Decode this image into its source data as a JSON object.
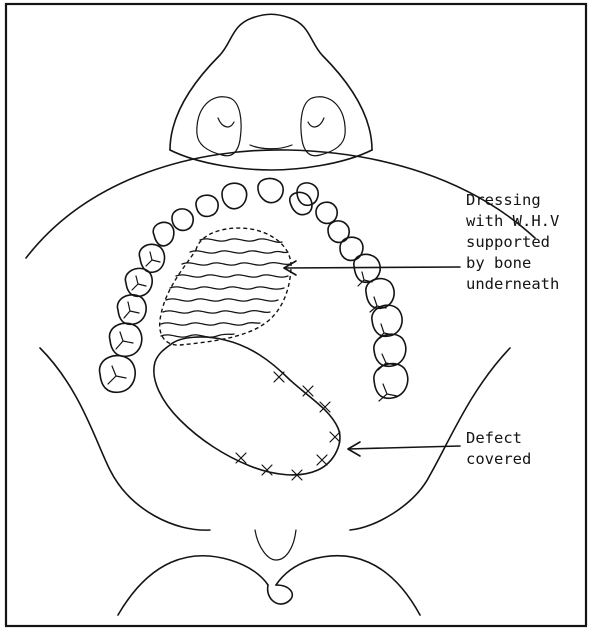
{
  "figure": {
    "labels": {
      "dressing": {
        "lines": [
          "Dressing",
          "with W.H.V",
          "supported",
          "by bone",
          "underneath"
        ]
      },
      "defect": {
        "lines": [
          "Defect",
          "covered"
        ]
      }
    }
  }
}
